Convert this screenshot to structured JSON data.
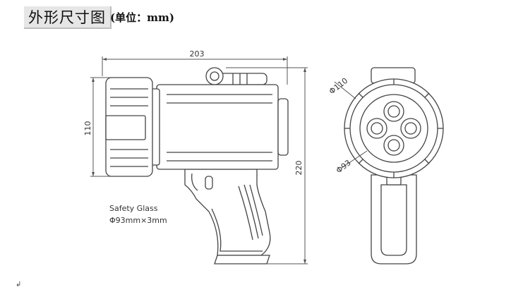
{
  "title": {
    "main": "外形尺寸图",
    "unit": "(单位：mm)"
  },
  "dimensions": {
    "length": "203",
    "head_height": "110",
    "total_height": "220",
    "front_outer_diameter": "Φ110",
    "lens_diameter": "Φ93"
  },
  "glass_note": {
    "line1": "Safety Glass",
    "line2": "Φ93mm×3mm"
  },
  "corner_mark": "↲"
}
